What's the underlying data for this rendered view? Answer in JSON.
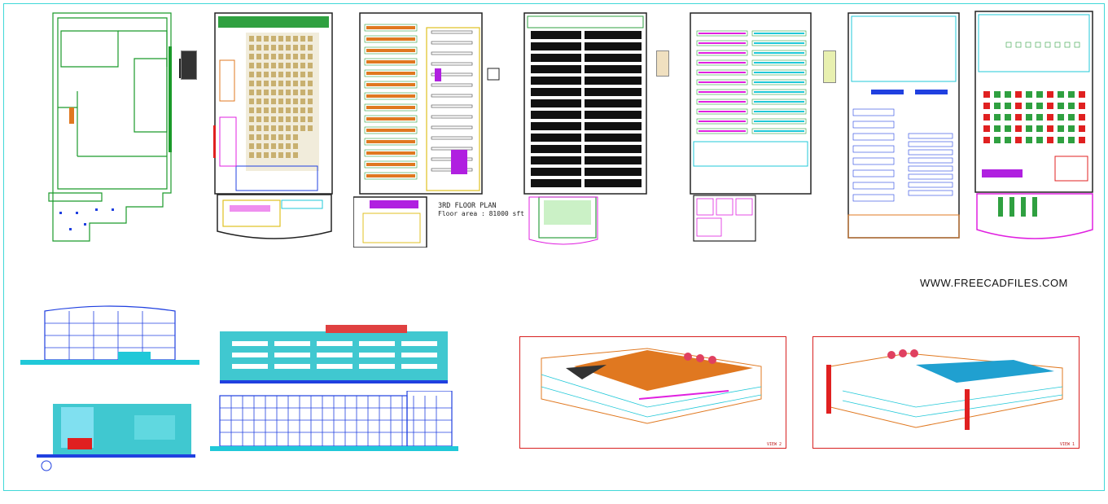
{
  "watermark": "WWW.FREECADFILES.COM",
  "plan_labels": {
    "plan3_title": "3RD FLOOR PLAN",
    "plan3_area": "Floor area : 81000 sft"
  },
  "colors": {
    "outline_green": "#1a9a2a",
    "cyan": "#20c8d8",
    "magenta": "#e020e0",
    "orange": "#e07820",
    "red": "#e02020",
    "blue": "#2040e0",
    "frame": "#40d8d8"
  }
}
